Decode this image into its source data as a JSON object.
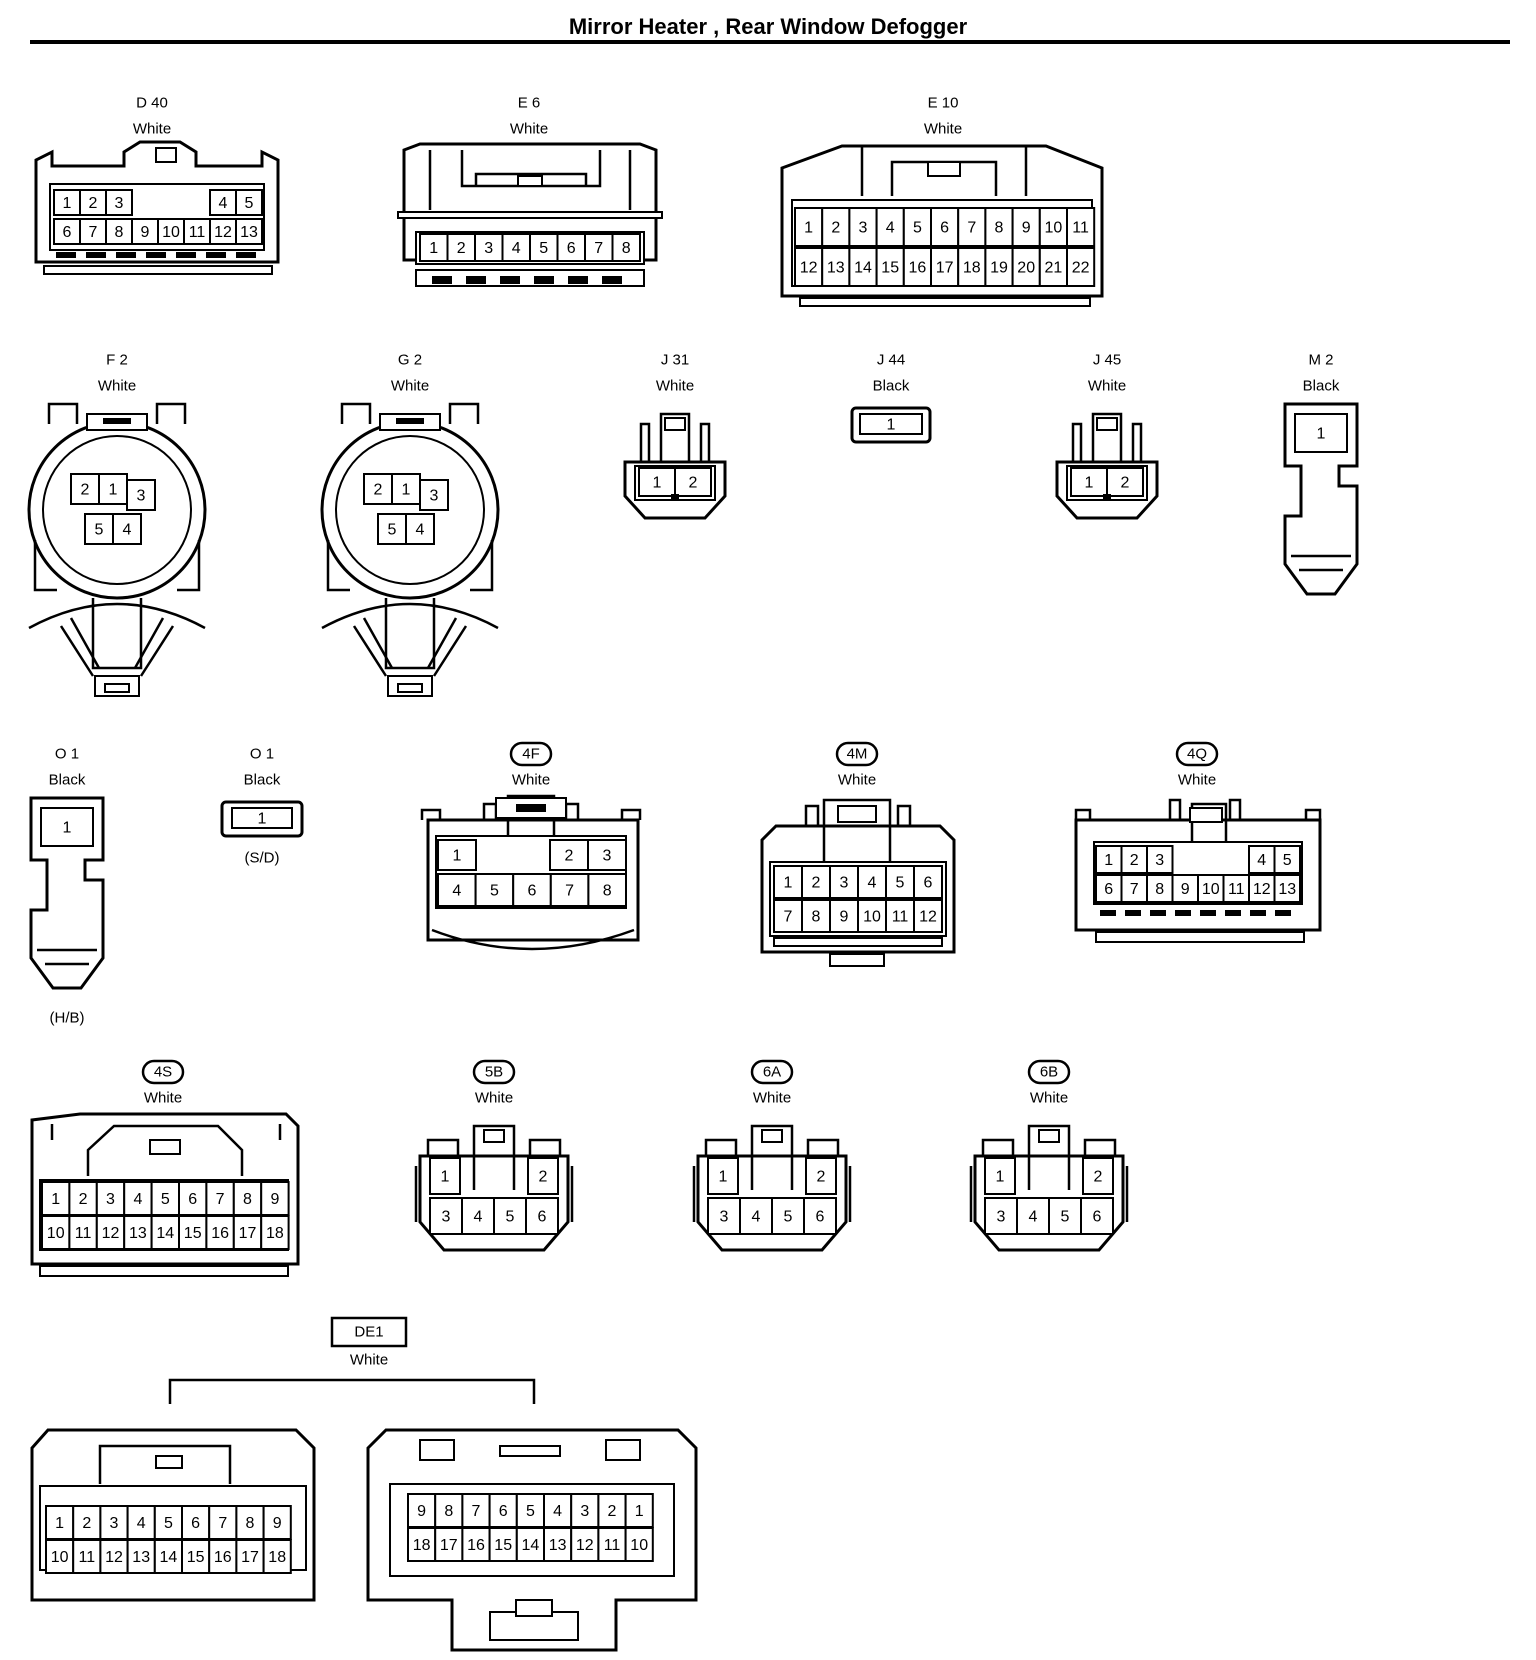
{
  "title": "Mirror Heater , Rear Window Defogger",
  "connectors": [
    {
      "code": "D 40",
      "color": "White",
      "rows": [
        [
          "1",
          "2",
          "3",
          "",
          "",
          "",
          "4",
          "5"
        ],
        [
          "6",
          "7",
          "8",
          "9",
          "10",
          "11",
          "12",
          "13"
        ]
      ]
    },
    {
      "code": "E 6",
      "color": "White",
      "rows": [
        [
          "1",
          "2",
          "3",
          "4",
          "5",
          "6",
          "7",
          "8"
        ]
      ]
    },
    {
      "code": "E 10",
      "color": "White",
      "rows": [
        [
          "1",
          "2",
          "3",
          "4",
          "5",
          "6",
          "7",
          "8",
          "9",
          "10",
          "11"
        ],
        [
          "12",
          "13",
          "14",
          "15",
          "16",
          "17",
          "18",
          "19",
          "20",
          "21",
          "22"
        ]
      ]
    },
    {
      "code": "F 2",
      "color": "White",
      "pins": [
        "2",
        "1",
        "3",
        "5",
        "4"
      ]
    },
    {
      "code": "G 2",
      "color": "White",
      "pins": [
        "2",
        "1",
        "3",
        "5",
        "4"
      ]
    },
    {
      "code": "J 31",
      "color": "White",
      "pins": [
        "1",
        "2"
      ]
    },
    {
      "code": "J 44",
      "color": "Black",
      "pins": [
        "1"
      ]
    },
    {
      "code": "J 45",
      "color": "White",
      "pins": [
        "1",
        "2"
      ]
    },
    {
      "code": "M 2",
      "color": "Black",
      "pins": [
        "1"
      ]
    },
    {
      "code": "O 1",
      "color": "Black",
      "pins": [
        "1"
      ],
      "note": "(H/B)"
    },
    {
      "code": "O 1",
      "color": "Black",
      "pins": [
        "1"
      ],
      "note": "(S/D)"
    },
    {
      "code": "4F",
      "color": "White",
      "rows": [
        [
          "1",
          "",
          "2",
          "3"
        ],
        [
          "4",
          "5",
          "6",
          "7",
          "8"
        ]
      ]
    },
    {
      "code": "4M",
      "color": "White",
      "rows": [
        [
          "1",
          "2",
          "3",
          "4",
          "5",
          "6"
        ],
        [
          "7",
          "8",
          "9",
          "10",
          "11",
          "12"
        ]
      ]
    },
    {
      "code": "4Q",
      "color": "White",
      "rows": [
        [
          "1",
          "2",
          "3",
          "",
          "",
          "",
          "4",
          "5"
        ],
        [
          "6",
          "7",
          "8",
          "9",
          "10",
          "11",
          "12",
          "13"
        ]
      ]
    },
    {
      "code": "4S",
      "color": "White",
      "rows": [
        [
          "1",
          "2",
          "3",
          "4",
          "5",
          "6",
          "7",
          "8",
          "9"
        ],
        [
          "10",
          "11",
          "12",
          "13",
          "14",
          "15",
          "16",
          "17",
          "18"
        ]
      ]
    },
    {
      "code": "5B",
      "color": "White",
      "rows": [
        [
          "1",
          "2"
        ],
        [
          "3",
          "4",
          "5",
          "6"
        ]
      ]
    },
    {
      "code": "6A",
      "color": "White",
      "rows": [
        [
          "1",
          "2"
        ],
        [
          "3",
          "4",
          "5",
          "6"
        ]
      ]
    },
    {
      "code": "6B",
      "color": "White",
      "rows": [
        [
          "1",
          "2"
        ],
        [
          "3",
          "4",
          "5",
          "6"
        ]
      ]
    },
    {
      "code": "DE1",
      "color": "White",
      "male_rows": [
        [
          "1",
          "2",
          "3",
          "4",
          "5",
          "6",
          "7",
          "8",
          "9"
        ],
        [
          "10",
          "11",
          "12",
          "13",
          "14",
          "15",
          "16",
          "17",
          "18"
        ]
      ],
      "female_rows": [
        [
          "9",
          "8",
          "7",
          "6",
          "5",
          "4",
          "3",
          "2",
          "1"
        ],
        [
          "18",
          "17",
          "16",
          "15",
          "14",
          "13",
          "12",
          "11",
          "10"
        ]
      ]
    }
  ]
}
